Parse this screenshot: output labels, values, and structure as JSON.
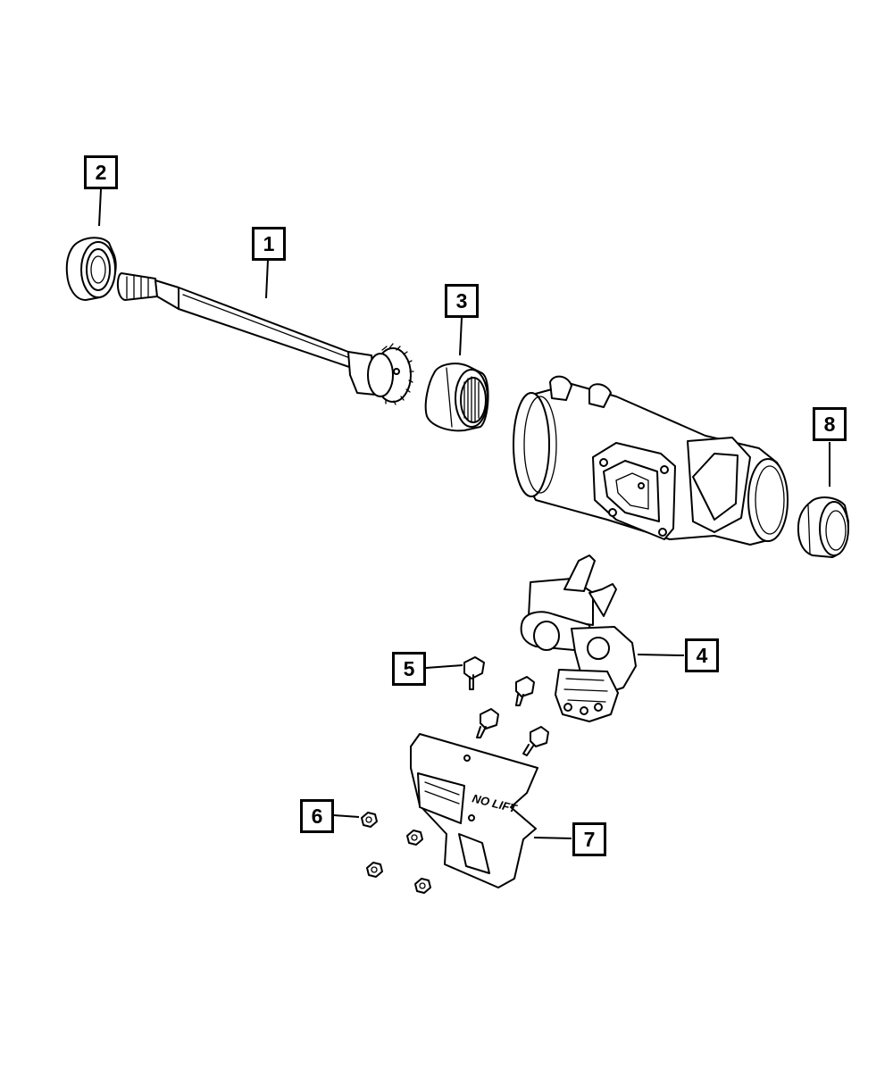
{
  "callouts": [
    {
      "label": "1",
      "part": "axle-shaft"
    },
    {
      "label": "2",
      "part": "shaft-seal"
    },
    {
      "label": "3",
      "part": "sleeve-bearing"
    },
    {
      "label": "4",
      "part": "actuator-shift-fork"
    },
    {
      "label": "5",
      "part": "mounting-bolts"
    },
    {
      "label": "6",
      "part": "nuts"
    },
    {
      "label": "7",
      "part": "shield-bracket"
    },
    {
      "label": "8",
      "part": "housing-bushing"
    }
  ],
  "shield_text": "NO LIFT"
}
